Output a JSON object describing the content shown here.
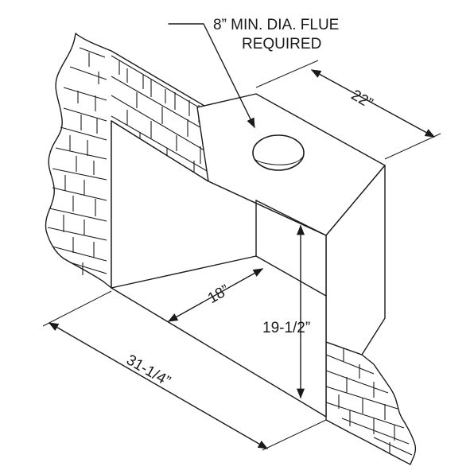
{
  "diagram": {
    "flue_label_line1": "8” MIN. DIA. FLUE",
    "flue_label_line2": "REQUIRED",
    "depth_label": "22”",
    "inner_depth_label": "18”",
    "height_label": "19-1/2”",
    "width_label": "31-1/4”"
  }
}
